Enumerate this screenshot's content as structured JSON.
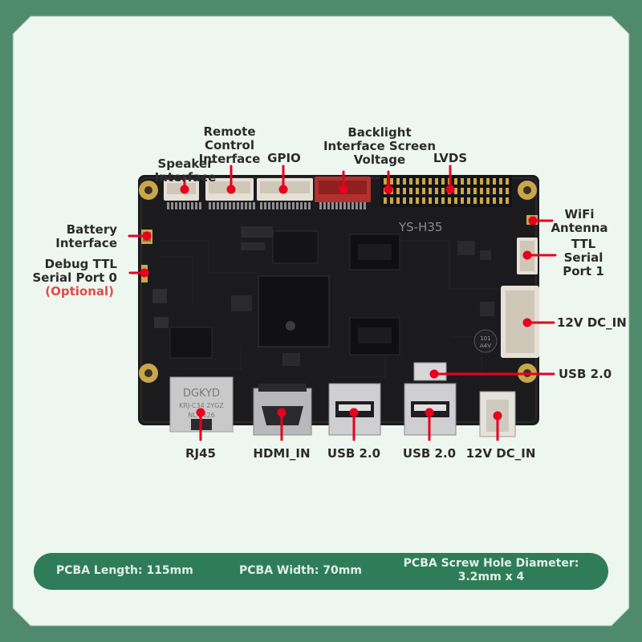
{
  "board": {
    "model_text": "YS-H35",
    "rj45_text": [
      "DGKYD",
      "KRJ-C34 2YGZ",
      "NL   2326"
    ],
    "cap_text": [
      "101",
      "A4V"
    ]
  },
  "labels": {
    "speaker": [
      "Speaker",
      "Interface"
    ],
    "remote": [
      "Remote",
      "Control",
      "Interface"
    ],
    "gpio": "GPIO",
    "backlight": [
      "Backlight",
      "Interface Screen",
      "Voltage"
    ],
    "lvds": "LVDS",
    "battery": [
      "Battery",
      "Interface"
    ],
    "debug": [
      "Debug TTL",
      "Serial Port 0"
    ],
    "debug_optional": "(Optional)",
    "wifi": [
      "WiFi",
      "Antenna"
    ],
    "ttl1": [
      "TTL",
      "Serial",
      "Port 1"
    ],
    "dcin_right": "12V DC_IN",
    "usb_right": "USB 2.0",
    "rj45": "RJ45",
    "hdmi": "HDMI_IN",
    "usb_a": "USB 2.0",
    "usb_b": "USB 2.0",
    "dcin_bottom": "12V  DC_IN"
  },
  "specs": {
    "length": "PCBA Length: 115mm",
    "width": "PCBA Width: 70mm",
    "screw": [
      "PCBA Screw Hole Diameter:",
      "3.2mm x 4"
    ]
  },
  "colors": {
    "frame": "#4f8a6c",
    "panel": "#eef7ef",
    "pcb": "#1b1b1d",
    "callout": "#e8001c",
    "spec_bar": "#2f7d58"
  }
}
